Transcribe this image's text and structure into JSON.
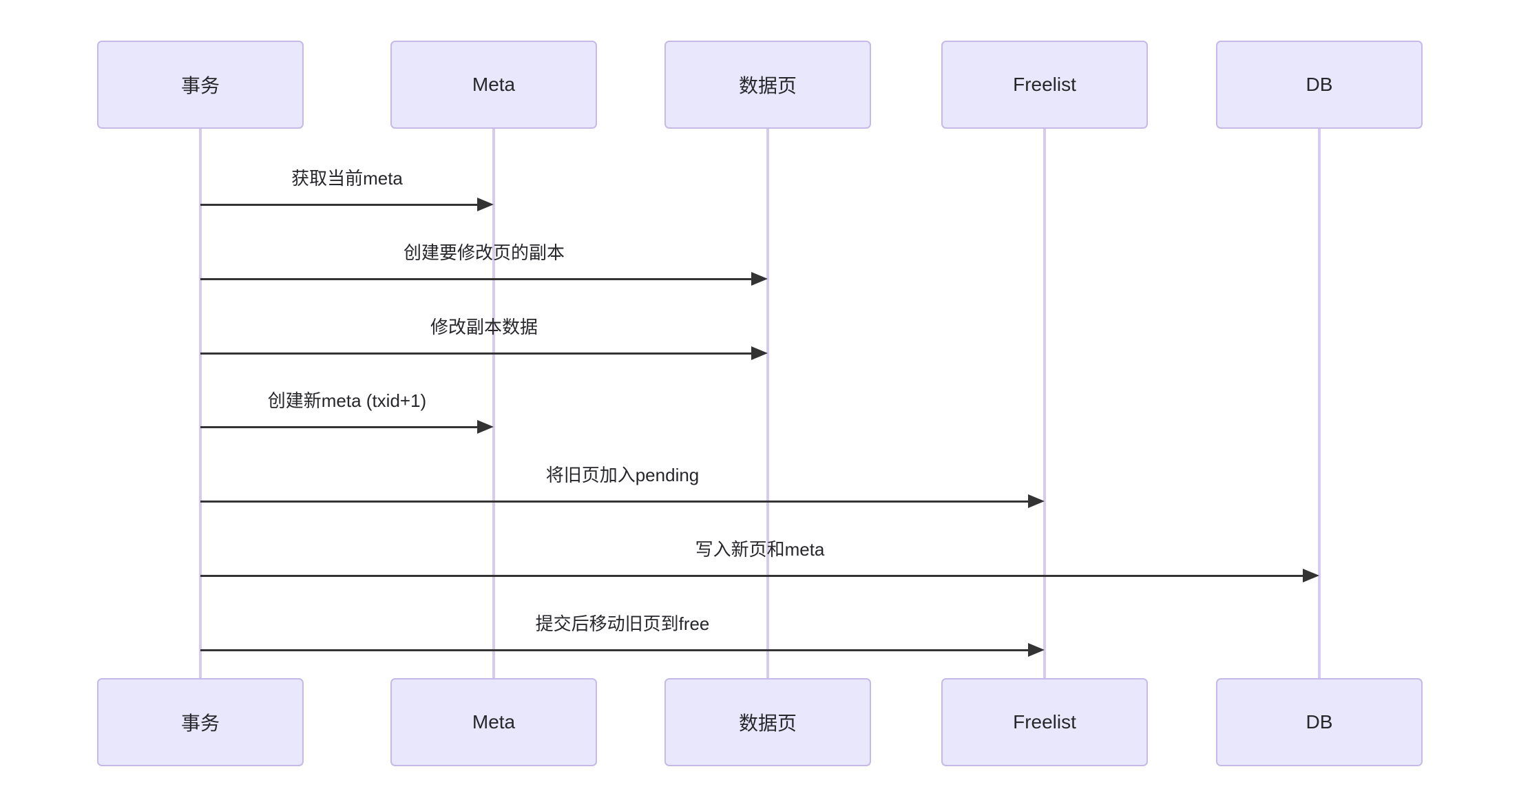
{
  "diagram": {
    "kind": "sequence-diagram",
    "actors": [
      {
        "id": "txn",
        "label": "事务"
      },
      {
        "id": "meta",
        "label": "Meta"
      },
      {
        "id": "datapage",
        "label": "数据页"
      },
      {
        "id": "freelist",
        "label": "Freelist"
      },
      {
        "id": "db",
        "label": "DB"
      }
    ],
    "messages": [
      {
        "from": "txn",
        "to": "meta",
        "text": "获取当前meta",
        "line": "solid",
        "arrow": "filled"
      },
      {
        "from": "txn",
        "to": "datapage",
        "text": "创建要修改页的副本",
        "line": "solid",
        "arrow": "filled"
      },
      {
        "from": "txn",
        "to": "datapage",
        "text": "修改副本数据",
        "line": "solid",
        "arrow": "filled"
      },
      {
        "from": "txn",
        "to": "meta",
        "text": "创建新meta (txid+1)",
        "line": "solid",
        "arrow": "filled"
      },
      {
        "from": "txn",
        "to": "freelist",
        "text": "将旧页加入pending",
        "line": "solid",
        "arrow": "filled"
      },
      {
        "from": "txn",
        "to": "db",
        "text": "写入新页和meta",
        "line": "solid",
        "arrow": "filled"
      },
      {
        "from": "txn",
        "to": "freelist",
        "text": "提交后移动旧页到free",
        "line": "solid",
        "arrow": "filled"
      }
    ],
    "colors": {
      "background": "#ffffff",
      "actor_fill": "#e9e7fb",
      "actor_border": "#c6b9e8",
      "lifeline": "#d6cbef",
      "arrow": "#333333",
      "text": "#26262b"
    }
  }
}
